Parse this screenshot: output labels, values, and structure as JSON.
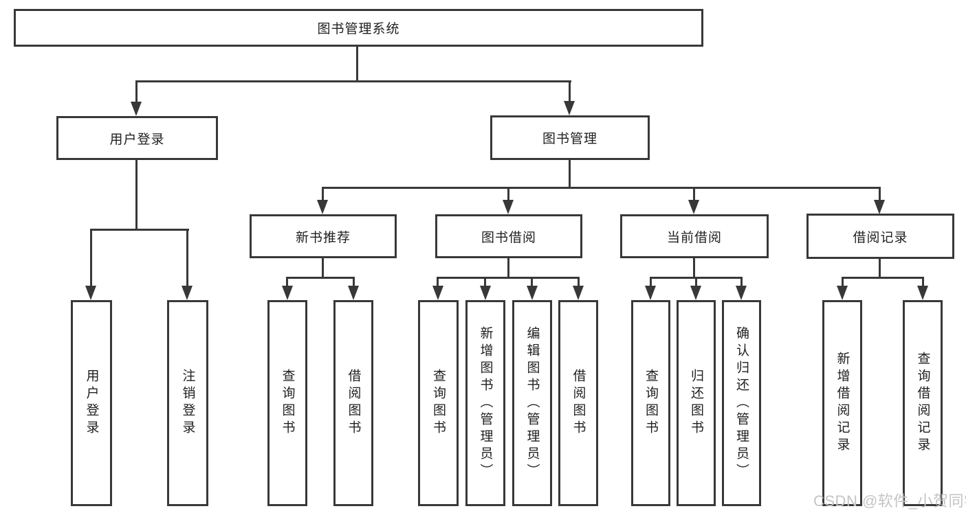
{
  "diagram": {
    "title": "图书管理系统",
    "branches": [
      {
        "label": "用户登录",
        "children": [
          "用户登录",
          "注销登录"
        ]
      },
      {
        "label": "图书管理",
        "children": [
          {
            "label": "新书推荐",
            "children": [
              "查询图书",
              "借阅图书"
            ]
          },
          {
            "label": "图书借阅",
            "children": [
              "查询图书",
              "新增图书（管理员）",
              "编辑图书（管理员）",
              "借阅图书"
            ]
          },
          {
            "label": "当前借阅",
            "children": [
              "查询图书",
              "归还图书",
              "确认归还（管理员）"
            ]
          },
          {
            "label": "借阅记录",
            "children": [
              "新增借阅记录",
              "查询借阅记录"
            ]
          }
        ]
      }
    ]
  },
  "watermark": "CSDN @软件_小贺同学",
  "colors": {
    "line": "#383838",
    "box_background": "#ffffff",
    "text": "#1f1f1f",
    "watermark": "#c4c4c4"
  }
}
